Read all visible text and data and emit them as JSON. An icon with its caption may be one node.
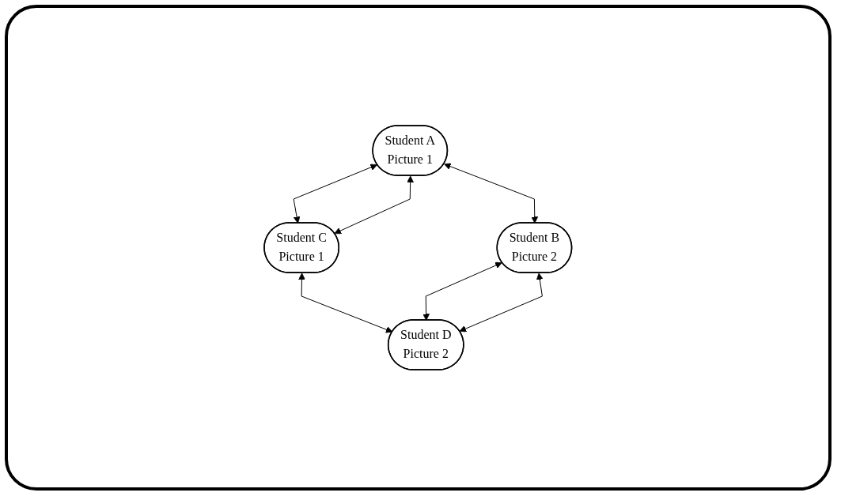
{
  "diagram": {
    "nodes": [
      {
        "text": [
          "Student A",
          "Picture 1"
        ]
      },
      {
        "text": [
          "Student C",
          "Picture 1"
        ]
      },
      {
        "text": [
          "Student B",
          "Picture 2"
        ]
      },
      {
        "text": [
          "Student D",
          "Picture 2"
        ]
      }
    ],
    "edges": [
      {
        "from": 0,
        "to": 1,
        "arrow": "both"
      },
      {
        "from": 0,
        "to": 1,
        "arrow": "both"
      },
      {
        "from": 0,
        "to": 2,
        "arrow": "both"
      },
      {
        "from": 1,
        "to": 3,
        "arrow": "both"
      },
      {
        "from": 3,
        "to": 2,
        "arrow": "both"
      },
      {
        "from": 3,
        "to": 2,
        "arrow": "both"
      }
    ]
  }
}
